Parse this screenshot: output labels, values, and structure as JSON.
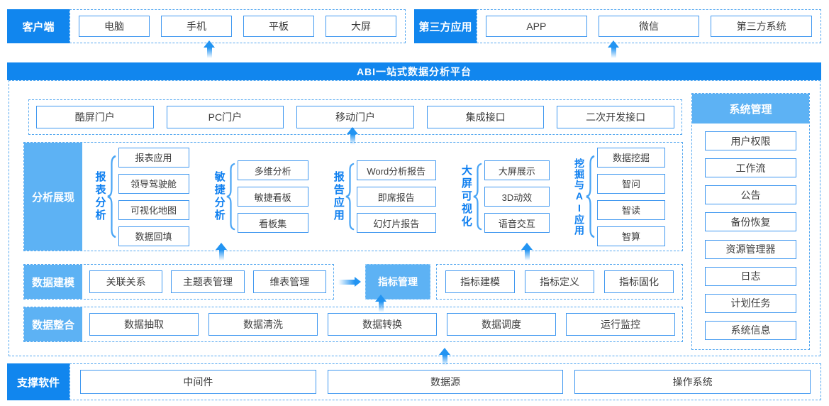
{
  "banner": {
    "title": "ABI一站式数据分析平台"
  },
  "client_row": {
    "label": "客户端",
    "items": [
      "电脑",
      "手机",
      "平板",
      "大屏"
    ]
  },
  "third_party_row": {
    "label": "第三方应用",
    "items": [
      "APP",
      "微信",
      "第三方系统"
    ]
  },
  "portal_row": {
    "items": [
      "酷屏门户",
      "PC门户",
      "移动门户",
      "集成接口",
      "二次开发接口"
    ]
  },
  "analysis": {
    "label": "分析展现",
    "groups": [
      {
        "name": "报表分析",
        "items": [
          "报表应用",
          "领导驾驶舱",
          "可视化地图",
          "数据回填"
        ]
      },
      {
        "name": "敏捷分析",
        "items": [
          "多维分析",
          "敏捷看板",
          "看板集"
        ]
      },
      {
        "name": "报告应用",
        "items": [
          "Word分析报告",
          "即席报告",
          "幻灯片报告"
        ]
      },
      {
        "name": "大屏可视化",
        "items": [
          "大屏展示",
          "3D动效",
          "语音交互"
        ]
      },
      {
        "name": "挖掘与AI应用",
        "items": [
          "数据挖掘",
          "智问",
          "智读",
          "智算"
        ]
      }
    ]
  },
  "modeling": {
    "label": "数据建模",
    "items": [
      "关联关系",
      "主题表管理",
      "维表管理"
    ],
    "indicator_label": "指标管理",
    "indicator_items": [
      "指标建模",
      "指标定义",
      "指标固化"
    ]
  },
  "integration": {
    "label": "数据整合",
    "items": [
      "数据抽取",
      "数据清洗",
      "数据转换",
      "数据调度",
      "运行监控"
    ]
  },
  "system": {
    "label": "系统管理",
    "items": [
      "用户权限",
      "工作流",
      "公告",
      "备份恢复",
      "资源管理器",
      "日志",
      "计划任务",
      "系统信息"
    ]
  },
  "support": {
    "label": "支撑软件",
    "items": [
      "中间件",
      "数据源",
      "操作系统"
    ]
  },
  "colors": {
    "primary_blue": "#1186ee",
    "light_blue": "#5db2f4",
    "dashed_border": "#55a8f0",
    "box_border": "#4098f0",
    "group_label_text": "#0e7ff0",
    "arrow": "#2294f2"
  }
}
